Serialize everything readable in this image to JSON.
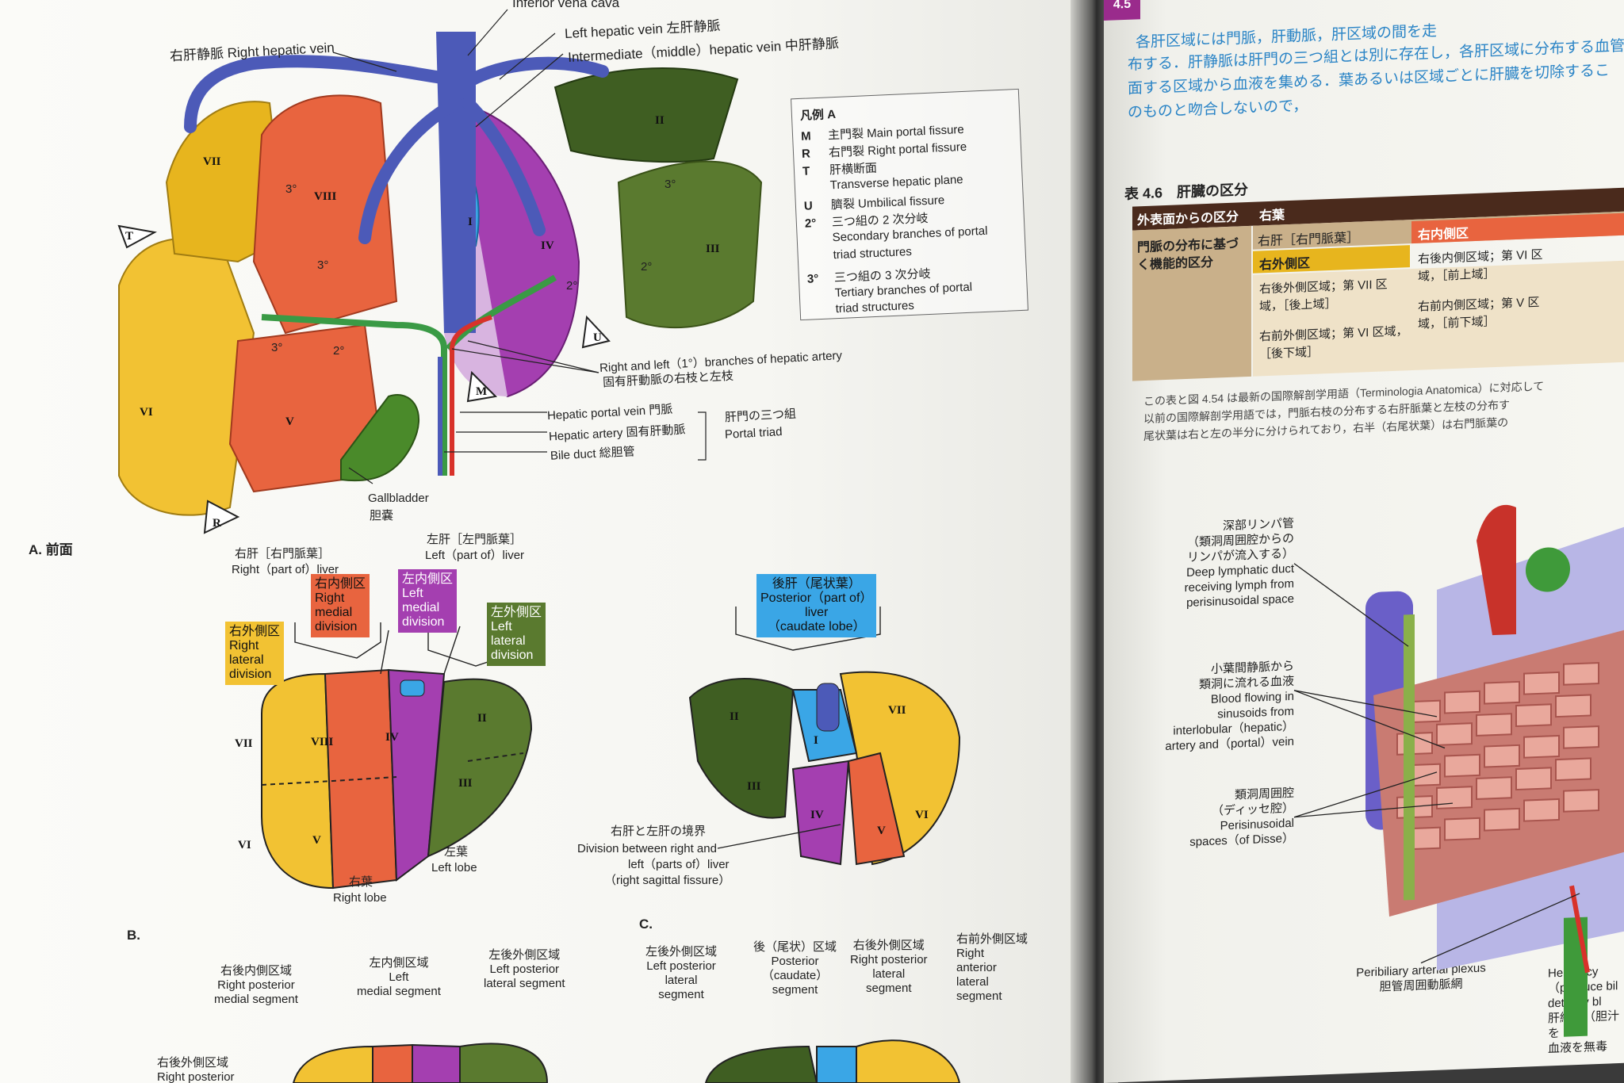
{
  "colors": {
    "seg_yellow": "#f2c233",
    "seg_orange": "#e8643f",
    "seg_purple": "#a43fb0",
    "seg_green": "#5a7a2f",
    "seg_darkgreen": "#3f5e22",
    "seg_blue": "#3aa6e6",
    "vein_blue": "#4c5ab8",
    "artery_red": "#d8322a",
    "bile_green": "#3a9a45",
    "accent_blue": "#2a84c6",
    "accent_magenta": "#b0319a",
    "table_header": "#4a2a1c",
    "table_tan": "#c9b08a"
  },
  "figA": {
    "label_inferior_vena_cava": "Inferior vena cava",
    "label_left_hepatic_vein": "Left hepatic vein 左肝静脈",
    "label_intermediate_hepatic_vein": "Intermediate（middle）hepatic vein 中肝静脈",
    "label_right_hepatic_vein": "右肝静脈 Right hepatic vein",
    "label_branches_en": "Right and left（1°）branches of hepatic artery",
    "label_branches_jp": "固有肝動脈の右枝と左枝",
    "label_portal_vein": "Hepatic portal vein 門脈",
    "label_hepatic_artery": "Hepatic artery 固有肝動脈",
    "label_bile_duct": "Bile duct 総胆管",
    "label_portal_triad_jp": "肝門の三つ組",
    "label_portal_triad_en": "Portal triad",
    "label_gallbladder_en": "Gallbladder",
    "label_gallbladder_jp": "胆嚢",
    "caption": "A. 前面",
    "roman": [
      "VII",
      "VIII",
      "I",
      "IV",
      "II",
      "III",
      "VI",
      "V"
    ],
    "markers": [
      "T",
      "R",
      "U",
      "M"
    ],
    "degree_labels": [
      "3°",
      "3°",
      "3°",
      "3°",
      "2°",
      "2°",
      "2°"
    ]
  },
  "legend": {
    "title": "凡例 A",
    "rows": [
      {
        "key": "M",
        "text": "主門裂 Main portal fissure"
      },
      {
        "key": "R",
        "text": "右門裂 Right portal fissure"
      },
      {
        "key": "T",
        "text": "肝横断面"
      },
      {
        "key": "",
        "text": "Transverse hepatic plane"
      },
      {
        "key": "U",
        "text": "臍裂 Umbilical fissure"
      },
      {
        "key": "2°",
        "text": "三つ組の 2 次分岐"
      },
      {
        "key": "",
        "text": "Secondary branches of portal"
      },
      {
        "key": "",
        "text": "triad structures"
      },
      {
        "key": "3°",
        "text": "三つ組の 3 次分岐"
      },
      {
        "key": "",
        "text": "Tertiary branches of portal"
      },
      {
        "key": "",
        "text": "triad structures"
      }
    ]
  },
  "figB": {
    "right_liver_jp": "右肝［右門脈葉］",
    "right_liver_en": "Right（part of）liver",
    "left_liver_jp": "左肝［左門脈葉］",
    "left_liver_en": "Left（part of）liver",
    "tag_right_lateral": [
      "右外側区",
      "Right",
      "lateral",
      "division"
    ],
    "tag_right_medial": [
      "右内側区",
      "Right",
      "medial",
      "division"
    ],
    "tag_left_medial": [
      "左内側区",
      "Left",
      "medial",
      "division"
    ],
    "tag_left_lateral": [
      "左外側区",
      "Left",
      "lateral",
      "division"
    ],
    "roman": [
      "VII",
      "VIII",
      "IV",
      "II",
      "III",
      "VI",
      "V"
    ],
    "right_lobe_jp": "右葉",
    "right_lobe_en": "Right lobe",
    "left_lobe_jp": "左葉",
    "left_lobe_en": "Left lobe",
    "caption": "B."
  },
  "figC": {
    "tag_posterior": [
      "後肝（尾状葉）",
      "Posterior（part of）",
      "liver",
      "（caudate lobe）"
    ],
    "roman": [
      "II",
      "VII",
      "I",
      "III",
      "IV",
      "V",
      "VI"
    ],
    "division_jp": "右肝と左肝の境界",
    "division_en": [
      "Division between right and",
      "left（parts of）liver",
      "（right sagittal fissure）"
    ],
    "caption": "C."
  },
  "bottom_labels": [
    {
      "lines": [
        "右後内側区域",
        "Right posterior",
        "medial segment"
      ]
    },
    {
      "lines": [
        "左内側区域",
        "Left",
        "medial segment"
      ]
    },
    {
      "lines": [
        "左後外側区域",
        "Left posterior",
        "lateral segment"
      ]
    },
    {
      "lines": [
        "左後外側区域",
        "Left posterior",
        "lateral",
        "segment"
      ]
    },
    {
      "lines": [
        "後（尾状）区域",
        "Posterior",
        "（caudate）",
        "segment"
      ]
    },
    {
      "lines": [
        "右後外側区域",
        "Right posterior",
        "lateral",
        "segment"
      ]
    },
    {
      "lines": [
        "右前外側区域",
        "Right",
        "anterior",
        "lateral",
        "segment"
      ]
    },
    {
      "lines": [
        "右後外側区域",
        "Right posterior"
      ]
    }
  ],
  "right_page": {
    "section_badge": "4.5",
    "intro_lines": [
      "各肝区域には門脈，肝動脈，肝区域の間を走",
      "布する．肝静脈は肝門の三つ組とは別に存在し，各肝区域に分布する血管や胆管は，",
      "面する区域から血液を集める．葉あるいは区域ごとに肝臓を切除するこ",
      "のものと吻合しないので，"
    ],
    "table_title": "表 4.6　肝臓の区分",
    "table": {
      "col_header_1": "外表面からの区分",
      "col_header_2": "右葉",
      "row_label": "門脈の分布に基づく機能的区分",
      "right_liver": "右肝［右門脈葉］",
      "right_lateral": "右外側区",
      "right_medial": "右内側区",
      "cell_1": "右後外側区域；第 VII 区域，［後上域］",
      "cell_2": "右前外側区域；第 VI 区域，［後下域］",
      "cell_3": "右後内側区域；第 VI 区域，［前上域］",
      "cell_4": "右前内側区域；第 V 区域，［前下域］"
    },
    "footnote_lines": [
      "この表と図 4.54 は最新の国際解剖学用語（Terminologia Anatomica）に対応して",
      "以前の国際解剖学用語では，門脈右枝の分布する右肝脈葉と左枝の分布す",
      "尾状葉は右と左の半分に分けられており，右半（右尾状葉）は右門脈葉の"
    ],
    "fig_labels": {
      "lymph": [
        "深部リンパ管",
        "（類洞周囲腔からの",
        "リンパが流入する）",
        "Deep lymphatic duct",
        "receiving lymph from",
        "perisinusoidal space"
      ],
      "blood": [
        "小葉間静脈から",
        "類洞に流れる血液",
        "Blood flowing in",
        "sinusoids from",
        "interlobular（hepatic）",
        "artery and（portal）vein"
      ],
      "disse": [
        "類洞周囲腔",
        "（ディッセ腔）",
        "Perisinusoidal",
        "spaces（of Disse）"
      ],
      "peribiliary": [
        "Peribiliary arterial plexus",
        "胆管周囲動脈網"
      ],
      "hepatocytes": [
        "Hepatocy",
        "（produce bil",
        "detoxify bl",
        "肝細胞（胆汁を",
        "血液を無毒"
      ]
    }
  }
}
